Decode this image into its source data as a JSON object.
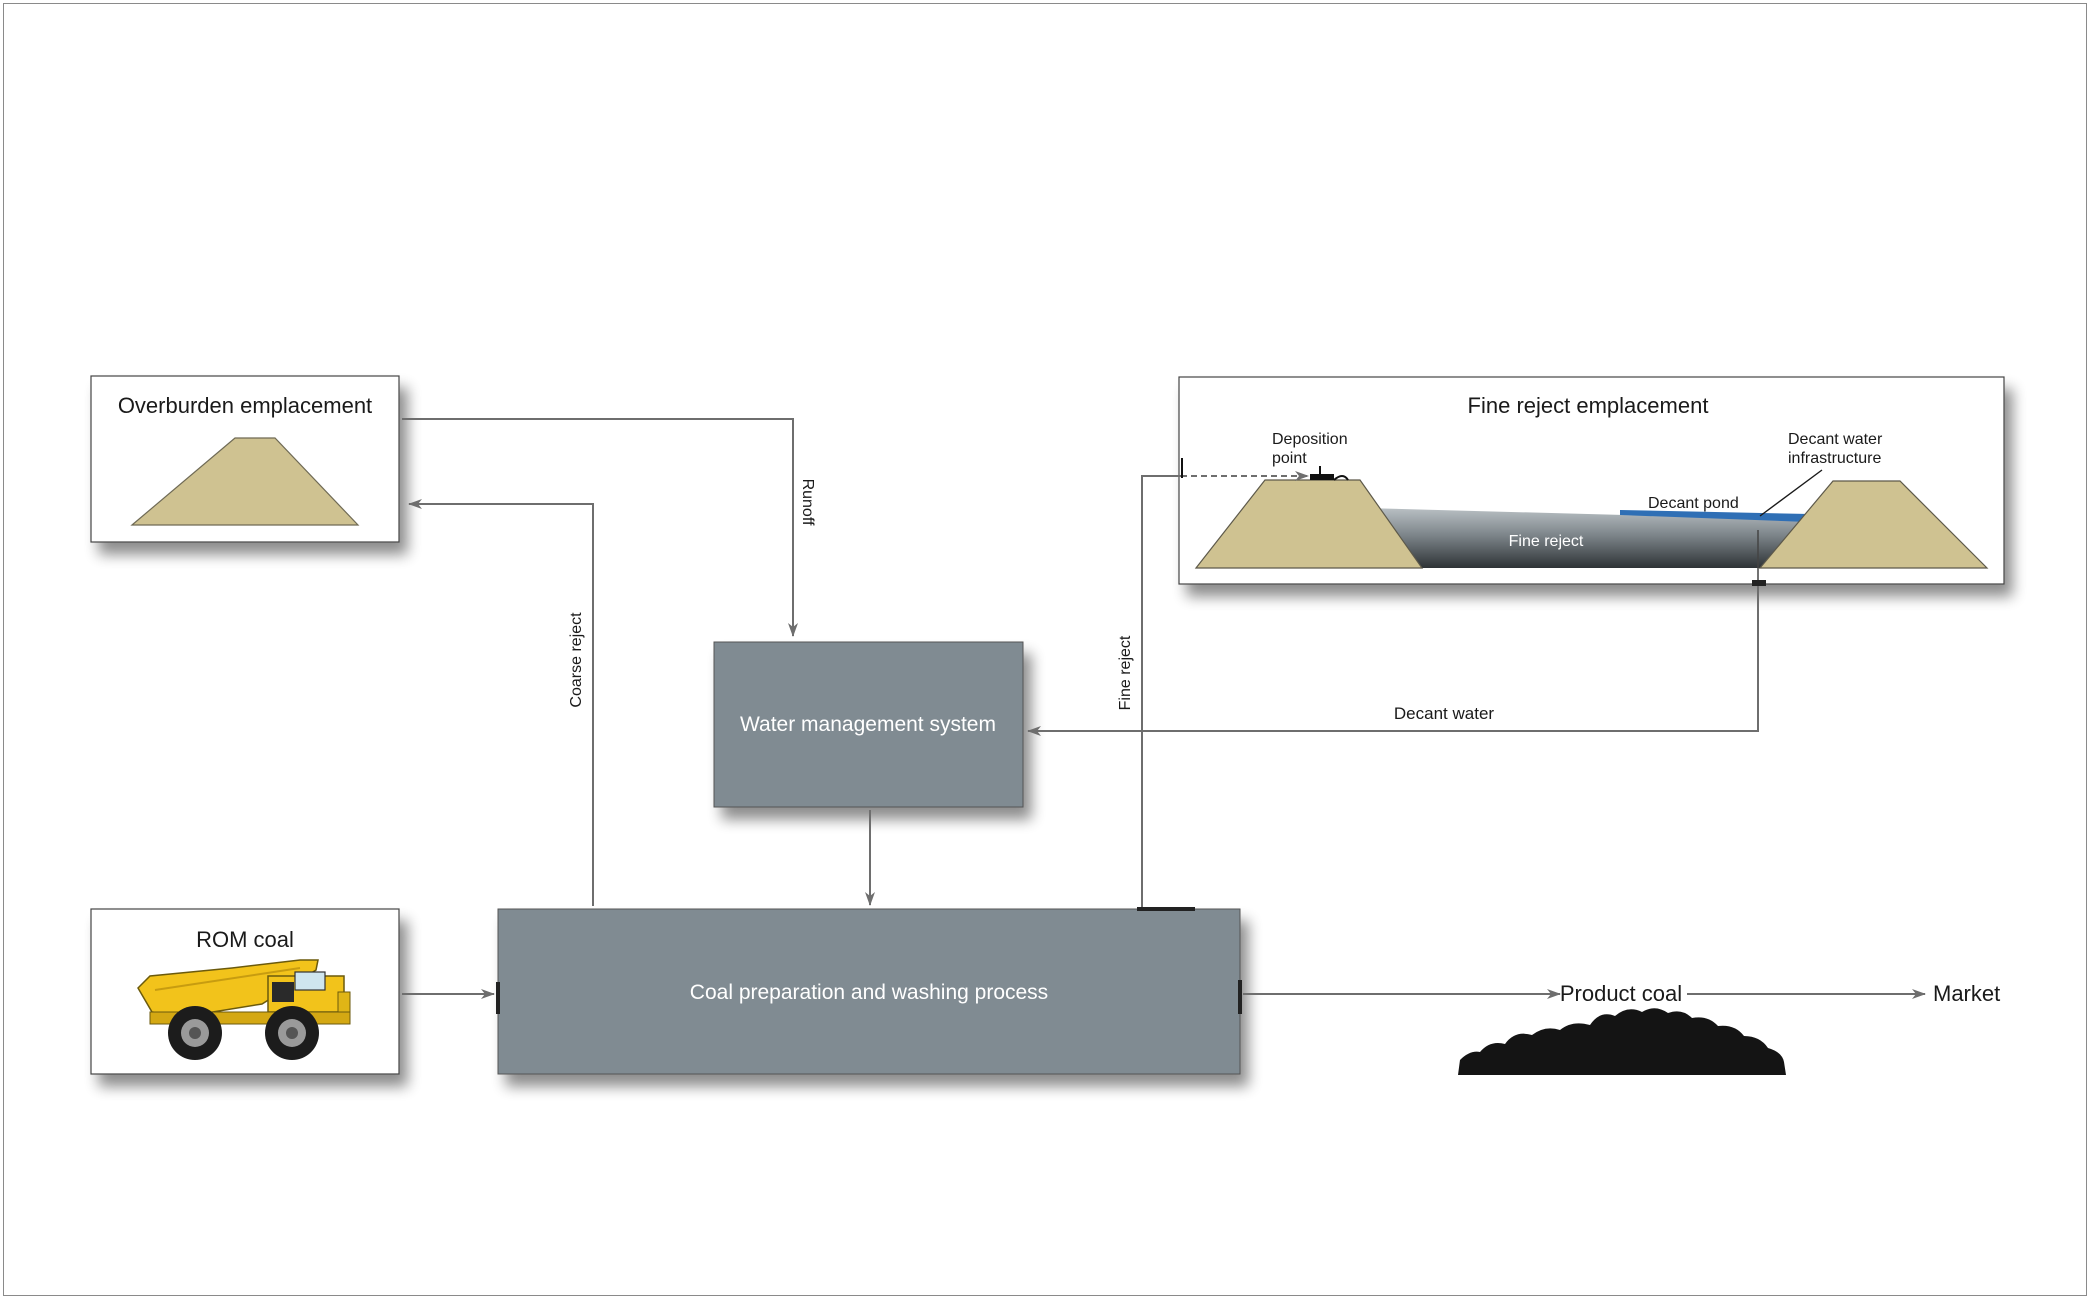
{
  "nodes": {
    "overburden": {
      "title": "Overburden emplacement"
    },
    "rom": {
      "title": "ROM coal"
    },
    "water": {
      "title": "Water management system"
    },
    "prep": {
      "title": "Coal preparation and washing process"
    },
    "fine": {
      "title": "Fine reject emplacement",
      "deposition": [
        "Deposition",
        "point"
      ],
      "decant_infra": [
        "Decant water",
        "infrastructure"
      ],
      "decant_pond": "Decant pond",
      "fine_reject": "Fine reject"
    },
    "product": {
      "title": "Product coal"
    },
    "market": {
      "title": "Market"
    }
  },
  "flows": {
    "runoff": "Runoff",
    "coarse_reject": "Coarse reject",
    "fine_reject": "Fine reject",
    "decant_water": "Decant water"
  },
  "colors": {
    "box_grey": "#808b92",
    "mound": "#cfc291",
    "pond_blue": "#2f6fb5",
    "truck_yellow": "#f2c31b",
    "coal_black": "#141414"
  }
}
